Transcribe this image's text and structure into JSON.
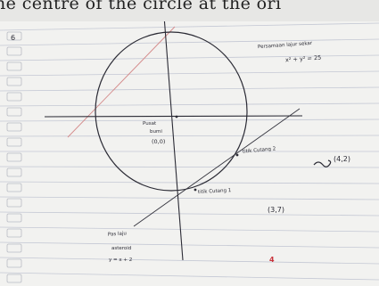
{
  "header": {
    "text": "ne centre of the circle at the ori"
  },
  "page": {
    "number": "6"
  },
  "notes": {
    "circle_equation_label": "Persamaan  lajur sekar",
    "circle_equation": "x² + y² = 25",
    "center_label_1": "Pusat",
    "center_label_2": "bumi",
    "center_coords": "(0,0)",
    "point2_label": "titik Cutang 2",
    "point2_coords": "(4,2)",
    "point1_label": "titik Cutang 1",
    "point1_coords": "(3,7)",
    "line_label_1": "Pas  laju",
    "line_label_2": "asteroid",
    "line_equation": "y = x + 2",
    "score": "4"
  },
  "colors": {
    "ink": "#2b2b35",
    "rule_line": "#c4c8d4",
    "margin_line": "#d48a8a",
    "score_red": "#c8323a"
  }
}
